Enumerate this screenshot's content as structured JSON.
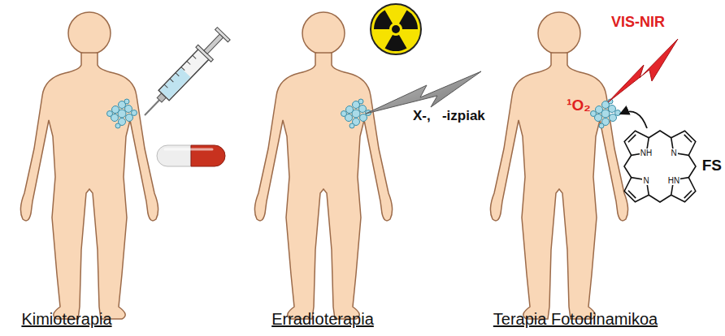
{
  "diagram": {
    "labels": [
      "Kimioterapia",
      "Erradioterapia",
      "Terapia Fotodinamikoa",
      "X-,   -izpiak",
      "VIS-NIR",
      "¹O₂",
      "FS",
      "NH",
      "N",
      "N",
      "HN"
    ]
  }
}
